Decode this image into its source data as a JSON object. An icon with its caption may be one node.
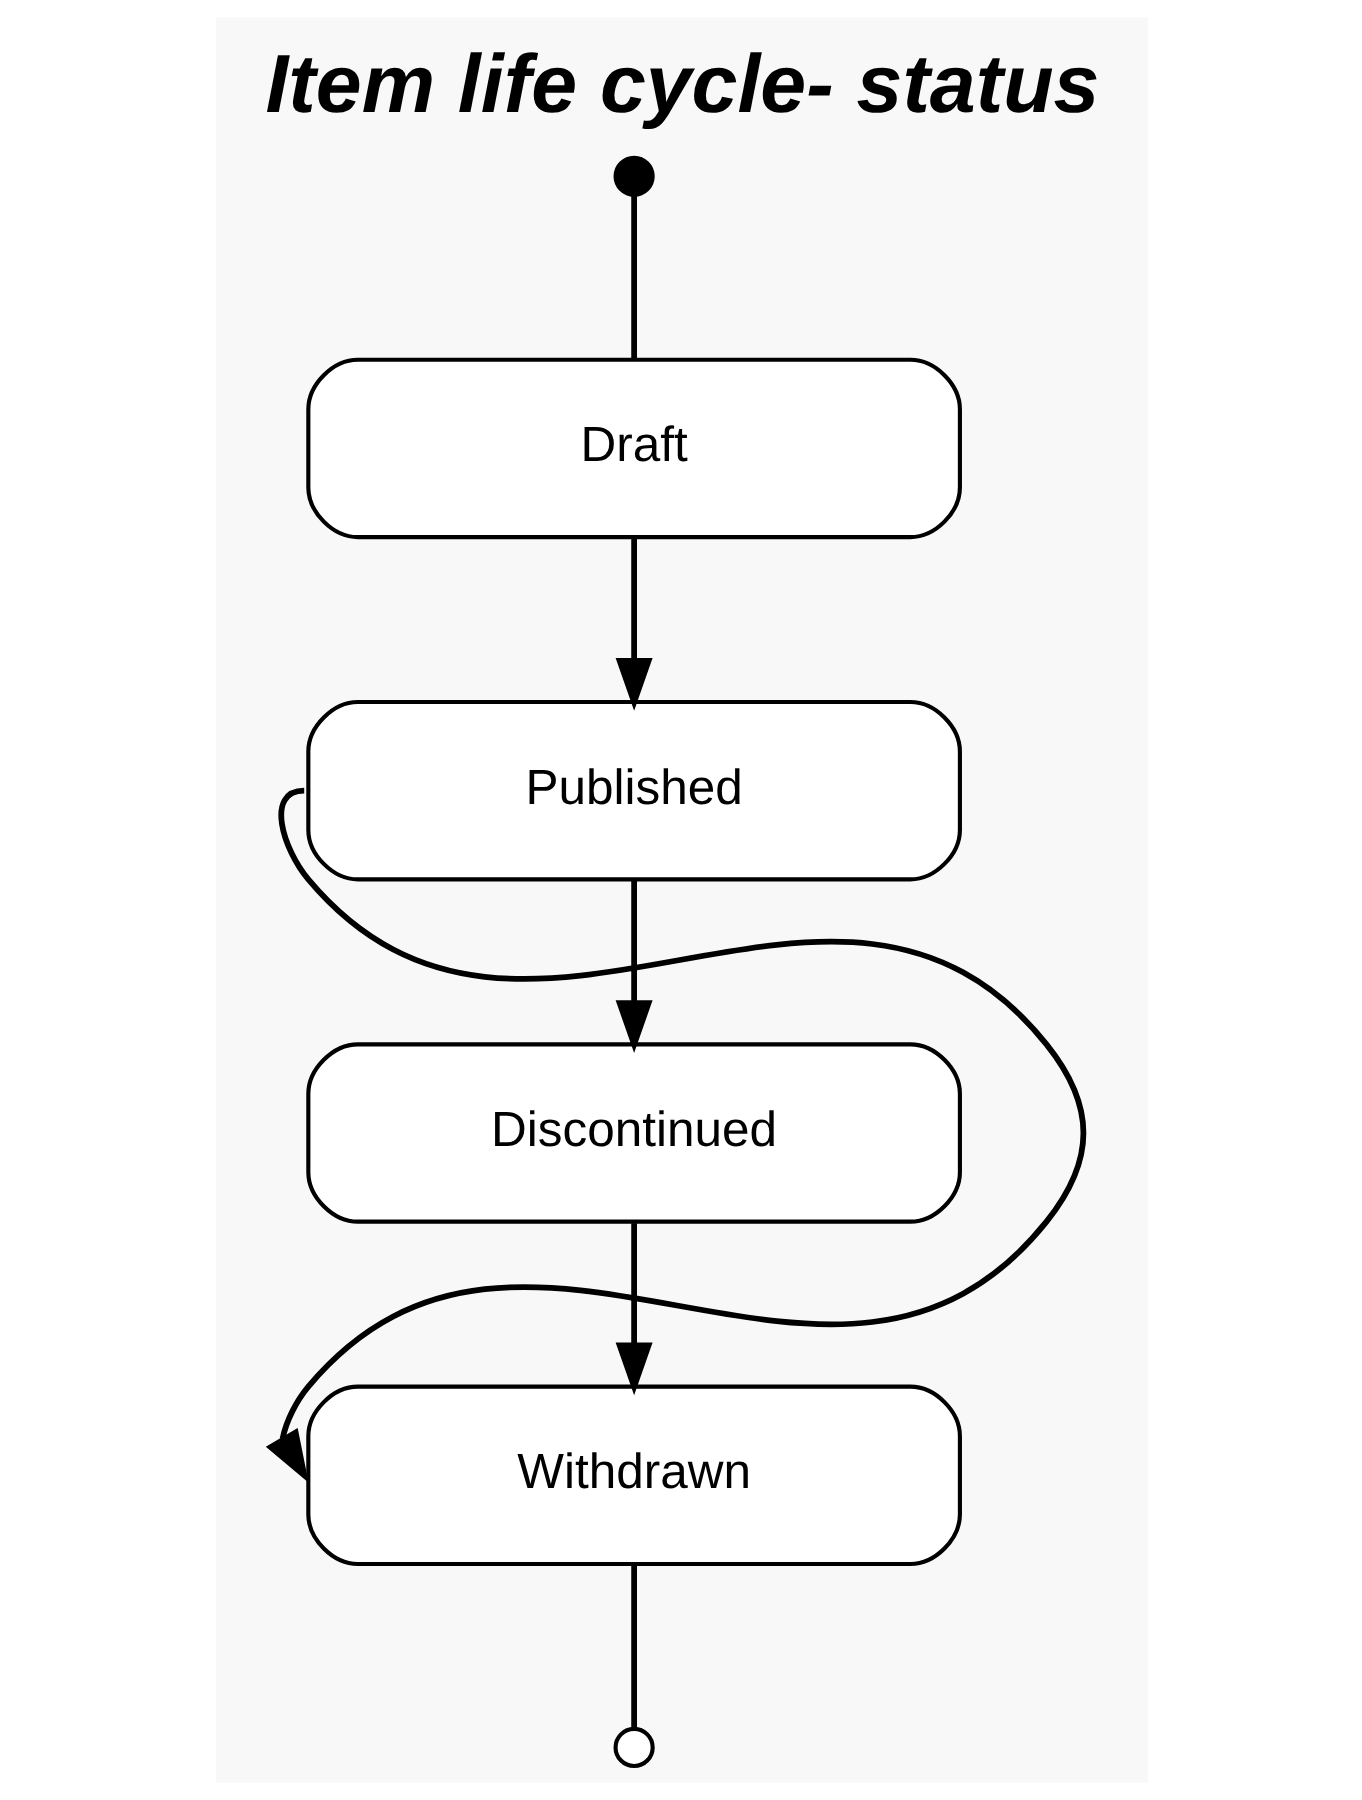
{
  "diagram": {
    "title": "Item life cycle- status",
    "nodes": [
      {
        "text": [],
        "shape": "circle"
      },
      {
        "text": [
          "Draft"
        ]
      },
      {
        "text": [
          "Published"
        ]
      },
      {
        "text": [
          "Discontinued"
        ]
      },
      {
        "text": [
          "Withdrawn"
        ]
      },
      {
        "text": [],
        "shape": "circle"
      }
    ],
    "edges": [
      {
        "from": 0,
        "to": 1,
        "arrow": "none"
      },
      {
        "from": 1,
        "to": 2,
        "arrow": "to"
      },
      {
        "from": 2,
        "to": 3,
        "arrow": "to"
      },
      {
        "from": 3,
        "to": 4,
        "arrow": "to"
      },
      {
        "from": 2,
        "to": 4,
        "arrow": "to"
      },
      {
        "from": 4,
        "to": 5,
        "arrow": "none"
      }
    ]
  }
}
